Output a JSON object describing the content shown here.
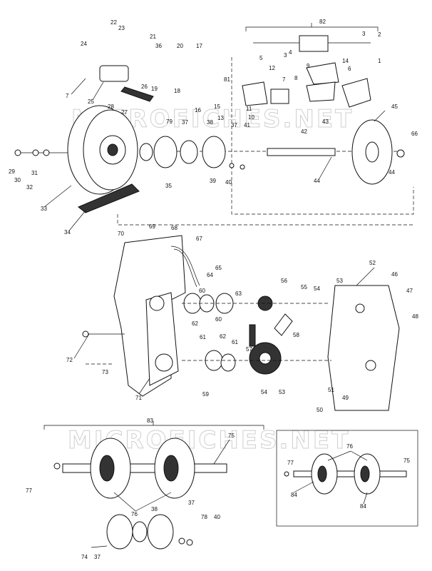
{
  "watermark": "MICROFICHES.NET",
  "labels": [
    {
      "id": "p22a",
      "text": "22"
    },
    {
      "id": "p23",
      "text": "23"
    },
    {
      "id": "p21",
      "text": "21"
    },
    {
      "id": "p24",
      "text": "24"
    },
    {
      "id": "p36",
      "text": "36"
    },
    {
      "id": "p20",
      "text": "20"
    },
    {
      "id": "p17",
      "text": "17"
    },
    {
      "id": "p7",
      "text": "7"
    },
    {
      "id": "p25",
      "text": "25"
    },
    {
      "id": "p19",
      "text": "19"
    },
    {
      "id": "p18",
      "text": "18"
    },
    {
      "id": "p26",
      "text": "26"
    },
    {
      "id": "p28",
      "text": "28"
    },
    {
      "id": "p27",
      "text": "27"
    },
    {
      "id": "p82",
      "text": "82"
    },
    {
      "id": "p3a",
      "text": "3"
    },
    {
      "id": "p2",
      "text": "2"
    },
    {
      "id": "p4",
      "text": "4"
    },
    {
      "id": "p5",
      "text": "5"
    },
    {
      "id": "p3b",
      "text": "3"
    },
    {
      "id": "p1",
      "text": "1"
    },
    {
      "id": "p14",
      "text": "14"
    },
    {
      "id": "p6",
      "text": "6"
    },
    {
      "id": "p9",
      "text": "9"
    },
    {
      "id": "p81",
      "text": "81"
    },
    {
      "id": "p12",
      "text": "12"
    },
    {
      "id": "p8",
      "text": "8"
    },
    {
      "id": "p7b",
      "text": "7"
    },
    {
      "id": "p16",
      "text": "16"
    },
    {
      "id": "p15",
      "text": "15"
    },
    {
      "id": "p13",
      "text": "13"
    },
    {
      "id": "p11",
      "text": "11"
    },
    {
      "id": "p10",
      "text": "10"
    },
    {
      "id": "p43",
      "text": "43"
    },
    {
      "id": "p42",
      "text": "42"
    },
    {
      "id": "p45",
      "text": "45"
    },
    {
      "id": "p66",
      "text": "66"
    },
    {
      "id": "p79",
      "text": "79"
    },
    {
      "id": "p37a",
      "text": "37"
    },
    {
      "id": "p38a",
      "text": "38"
    },
    {
      "id": "p37b",
      "text": "37"
    },
    {
      "id": "p41",
      "text": "41"
    },
    {
      "id": "p29",
      "text": "29"
    },
    {
      "id": "p30",
      "text": "30"
    },
    {
      "id": "p31",
      "text": "31"
    },
    {
      "id": "p32",
      "text": "32"
    },
    {
      "id": "p35",
      "text": "35"
    },
    {
      "id": "p39",
      "text": "39"
    },
    {
      "id": "p40a",
      "text": "40"
    },
    {
      "id": "p44a",
      "text": "44"
    },
    {
      "id": "p44b",
      "text": "44"
    },
    {
      "id": "p33",
      "text": "33"
    },
    {
      "id": "p34",
      "text": "34"
    },
    {
      "id": "p70",
      "text": "70"
    },
    {
      "id": "p69",
      "text": "69"
    },
    {
      "id": "p68",
      "text": "68"
    },
    {
      "id": "p67",
      "text": "67"
    },
    {
      "id": "p65",
      "text": "65"
    },
    {
      "id": "p64",
      "text": "64"
    },
    {
      "id": "p60a",
      "text": "60"
    },
    {
      "id": "p63",
      "text": "63"
    },
    {
      "id": "p56",
      "text": "56"
    },
    {
      "id": "p55",
      "text": "55"
    },
    {
      "id": "p54a",
      "text": "54"
    },
    {
      "id": "p53a",
      "text": "53"
    },
    {
      "id": "p52",
      "text": "52"
    },
    {
      "id": "p46",
      "text": "46"
    },
    {
      "id": "p47",
      "text": "47"
    },
    {
      "id": "p48",
      "text": "48"
    },
    {
      "id": "p62a",
      "text": "62"
    },
    {
      "id": "p60b",
      "text": "60"
    },
    {
      "id": "p61a",
      "text": "61"
    },
    {
      "id": "p62b",
      "text": "62"
    },
    {
      "id": "p61b",
      "text": "61"
    },
    {
      "id": "p57",
      "text": "57"
    },
    {
      "id": "p58",
      "text": "58"
    },
    {
      "id": "p72",
      "text": "72"
    },
    {
      "id": "p73",
      "text": "73"
    },
    {
      "id": "p71",
      "text": "71"
    },
    {
      "id": "p59",
      "text": "59"
    },
    {
      "id": "p54b",
      "text": "54"
    },
    {
      "id": "p53b",
      "text": "53"
    },
    {
      "id": "p51",
      "text": "51"
    },
    {
      "id": "p49",
      "text": "49"
    },
    {
      "id": "p50",
      "text": "50"
    },
    {
      "id": "p83",
      "text": "83"
    },
    {
      "id": "p75a",
      "text": "75"
    },
    {
      "id": "p77a",
      "text": "77"
    },
    {
      "id": "p76a",
      "text": "76"
    },
    {
      "id": "p38b",
      "text": "38"
    },
    {
      "id": "p37c",
      "text": "37"
    },
    {
      "id": "p78",
      "text": "78"
    },
    {
      "id": "p40b",
      "text": "40"
    },
    {
      "id": "p74",
      "text": "74"
    },
    {
      "id": "p37d",
      "text": "37"
    },
    {
      "id": "p76b",
      "text": "76"
    },
    {
      "id": "p77b",
      "text": "77"
    },
    {
      "id": "p75b",
      "text": "75"
    },
    {
      "id": "p84a",
      "text": "84"
    },
    {
      "id": "p84b",
      "text": "84"
    }
  ]
}
